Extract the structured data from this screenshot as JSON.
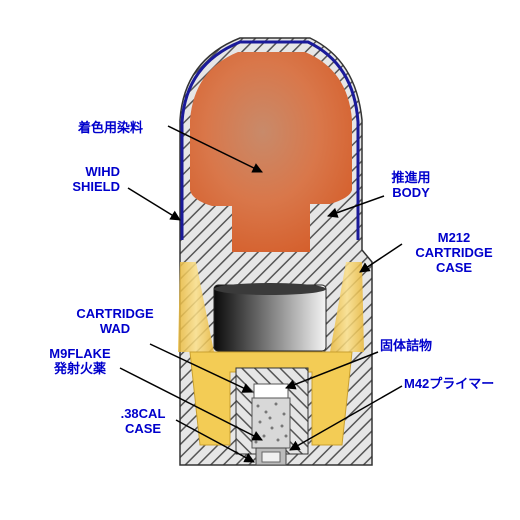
{
  "colors": {
    "label_text": "#0000cc",
    "dye": "#d9774a",
    "brass": "#f2c84a",
    "hatch": "#555555",
    "leader": "#000000"
  },
  "labels": {
    "dye": "着色用染料",
    "shield": [
      "WIHD",
      "SHIELD"
    ],
    "body": [
      "推進用",
      "BODY"
    ],
    "case": [
      "M212",
      "CARTRIDGE",
      "CASE"
    ],
    "wad": [
      "CARTRIDGE",
      "WAD"
    ],
    "filler": "固体詰物",
    "flake": [
      "M9FLAKE",
      "発射火薬"
    ],
    "primer": "M42プライマー",
    "cal_case": [
      ".38CAL",
      "CASE"
    ]
  }
}
